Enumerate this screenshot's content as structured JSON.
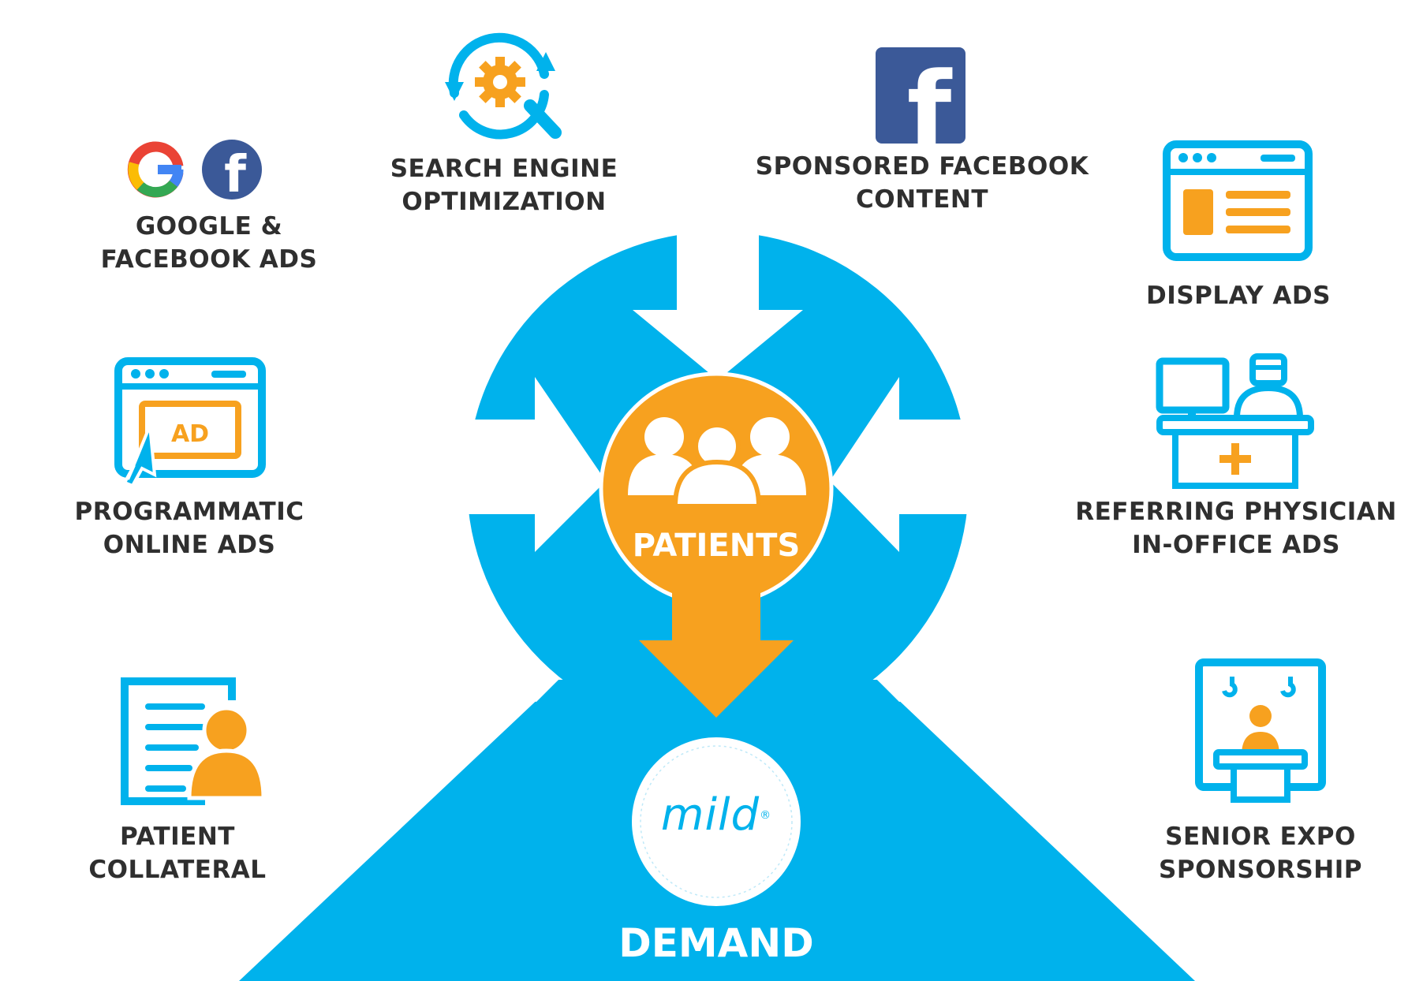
{
  "colors": {
    "blue": "#00b2ec",
    "orange": "#f7a11f",
    "dark_text": "#2f2f2f",
    "facebook_blue": "#3b5998",
    "white": "#ffffff"
  },
  "center": {
    "patients_label": "PATIENTS",
    "demand_label": "DEMAND",
    "logo_text": "mild",
    "logo_mark": "®"
  },
  "channels": [
    {
      "id": "google-facebook-ads",
      "icon": "google-facebook-icon",
      "line1": "GOOGLE &",
      "line2": "FACEBOOK ADS"
    },
    {
      "id": "seo",
      "icon": "seo-gear-magnifier-icon",
      "line1": "SEARCH ENGINE",
      "line2": "OPTIMIZATION"
    },
    {
      "id": "sponsored-facebook",
      "icon": "facebook-square-icon",
      "line1": "SPONSORED FACEBOOK",
      "line2": "CONTENT"
    },
    {
      "id": "display-ads",
      "icon": "browser-window-icon",
      "line1": "DISPLAY ADS",
      "line2": ""
    },
    {
      "id": "programmatic-ads",
      "icon": "ad-click-browser-icon",
      "line1": "PROGRAMMATIC",
      "line2": "ONLINE ADS"
    },
    {
      "id": "referring-physician",
      "icon": "physician-desk-icon",
      "line1": "REFERRING PHYSICIAN",
      "line2": "IN-OFFICE ADS"
    },
    {
      "id": "patient-collateral",
      "icon": "document-person-icon",
      "line1": "PATIENT",
      "line2": "COLLATERAL"
    },
    {
      "id": "senior-expo",
      "icon": "expo-booth-icon",
      "line1": "SENIOR EXPO",
      "line2": "SPONSORSHIP"
    }
  ],
  "icons": {
    "ad_badge": "AD",
    "facebook_letter": "f",
    "google_letter": "G",
    "plus_sign": "+"
  }
}
